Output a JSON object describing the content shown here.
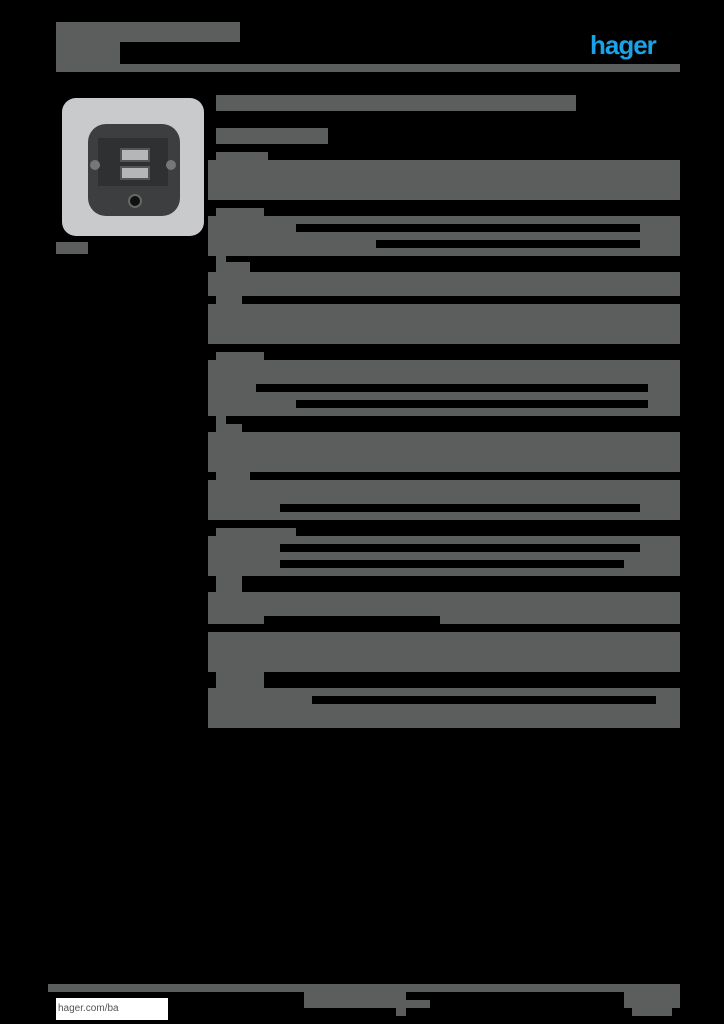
{
  "header": {
    "title_block": "",
    "logo_text": "hager",
    "logo_color": "#1aa3e8"
  },
  "product": {
    "image_alt": "USB charger insert with two USB ports",
    "caption": ""
  },
  "footer": {
    "website": "hager.com/ba",
    "center_text": "",
    "page_info": ""
  },
  "colors": {
    "background": "#000000",
    "blocks": "#5c5d5d",
    "accent": "#1aa3e8"
  }
}
